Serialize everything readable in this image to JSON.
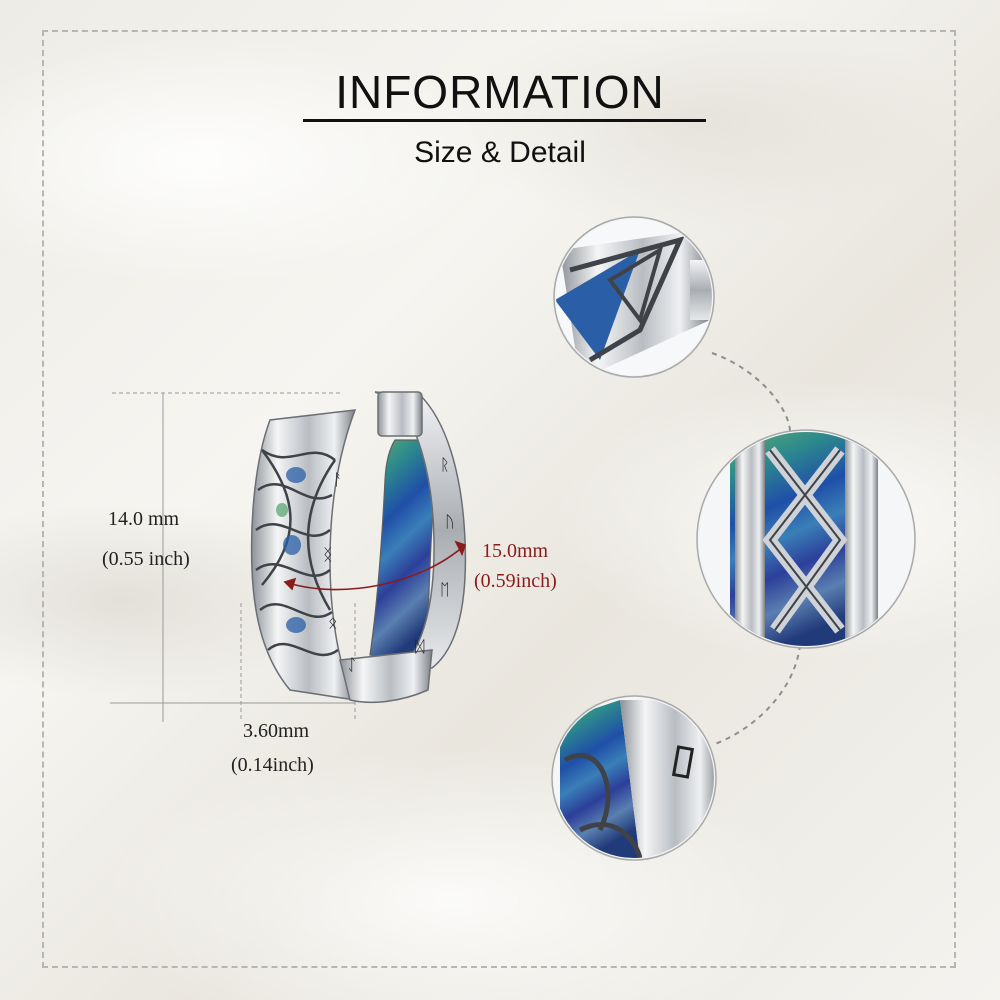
{
  "header": {
    "title": "INFORMATION",
    "subtitle": "Size & Detail"
  },
  "measurements": {
    "height_mm": "14.0 mm",
    "height_inch": "(0.55 inch)",
    "diameter_mm": "15.0mm",
    "diameter_inch": "(0.59inch)",
    "width_mm": "3.60mm",
    "width_inch": "(0.14inch)"
  },
  "colors": {
    "silver": "#c9ccd0",
    "abalone_blue": "#2a5fb0",
    "abalone_green": "#4fa37a",
    "measure_red": "#8a1c1c",
    "frame": "#b8b6b0"
  }
}
